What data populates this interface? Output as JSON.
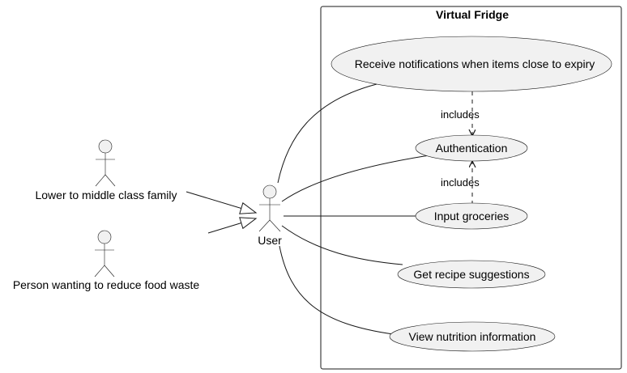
{
  "system": {
    "title": "Virtual Fridge"
  },
  "actors": {
    "family": "Lower to middle class family",
    "waste": "Person wanting to reduce food waste",
    "user": "User"
  },
  "use_cases": {
    "notifications": "Receive notifications when items close to expiry",
    "authentication": "Authentication",
    "input_groceries": "Input groceries",
    "recipes": "Get recipe suggestions",
    "nutrition": "View nutrition information"
  },
  "relations": {
    "include_top": "includes",
    "include_bottom": "includes"
  },
  "colors": {
    "fill": "#f1f1f1",
    "stroke": "#181818",
    "background": "#ffffff"
  }
}
